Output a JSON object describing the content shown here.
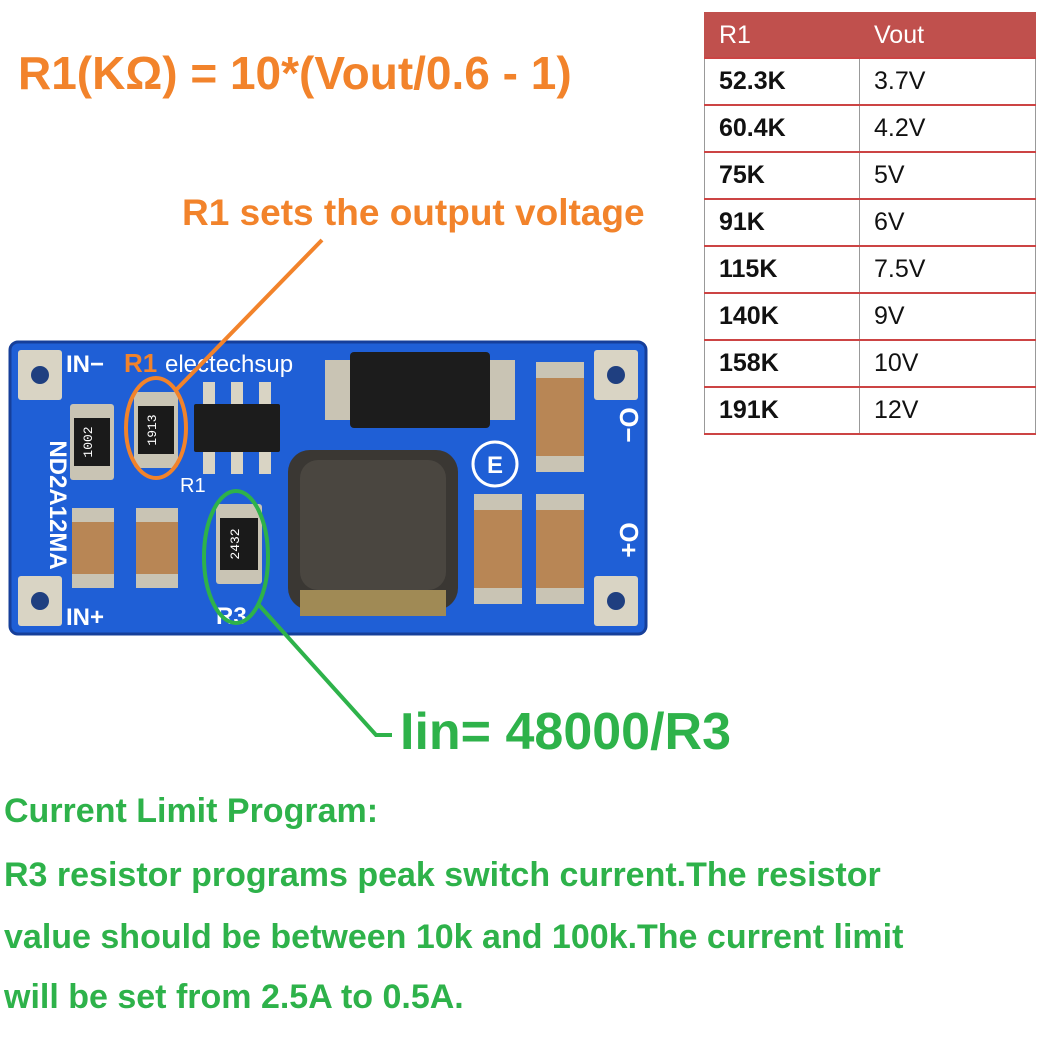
{
  "formula_r1": "R1(KΩ) = 10*(Vout/0.6 - 1)",
  "r1_note": "R1 sets the output voltage",
  "formula_iin": "Iin= 48000/R3",
  "table": {
    "headers": [
      "R1",
      "Vout"
    ],
    "rows": [
      [
        "52.3K",
        "3.7V"
      ],
      [
        "60.4K",
        "4.2V"
      ],
      [
        "75K",
        "5V"
      ],
      [
        "91K",
        "6V"
      ],
      [
        "115K",
        "7.5V"
      ],
      [
        "140K",
        "9V"
      ],
      [
        "158K",
        "10V"
      ],
      [
        "191K",
        "12V"
      ]
    ]
  },
  "board": {
    "brand": "electechsup",
    "model": "ND2A12MA",
    "pin_in_minus": "IN−",
    "pin_in_plus": "IN+",
    "pin_out_minus": "O−",
    "pin_out_plus": "O+",
    "label_r1_callout": "R1",
    "label_r1_silk": "R1",
    "label_r3_silk": "R3",
    "resistor_1002": "1002",
    "resistor_1913": "1913",
    "resistor_2432": "2432",
    "mark_e": "E"
  },
  "notes": {
    "title": "Current Limit Program:",
    "lines": [
      "R3 resistor programs peak switch current.The resistor",
      "value should be between 10k and 100k.The current limit",
      "will be set from 2.5A to 0.5A."
    ]
  },
  "colors": {
    "orange": "#f2832b",
    "green": "#2eb24a",
    "pcb_blue": "#1f5fd6",
    "table_header": "#c0504d"
  }
}
